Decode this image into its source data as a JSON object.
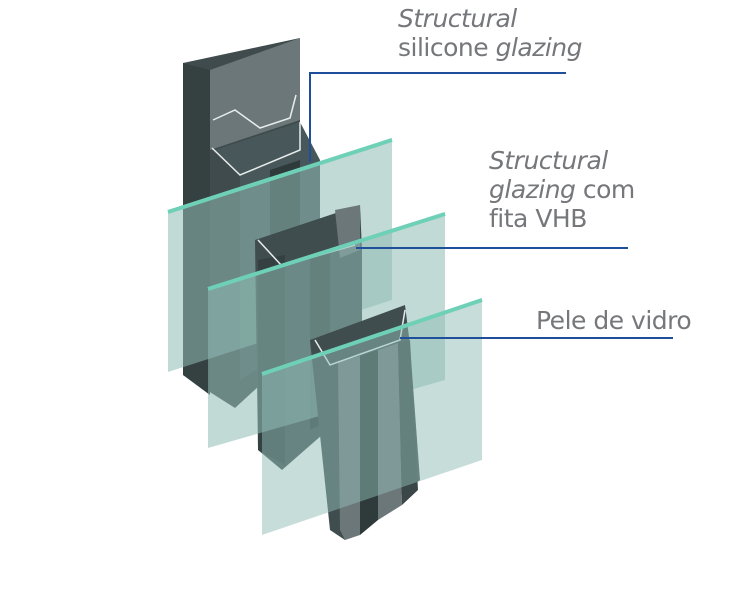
{
  "labels": {
    "silicone": {
      "line1_italic": "Structural",
      "line2_plain": "silicone ",
      "line2_italic": "glazing"
    },
    "vhb": {
      "line1_italic": "Structural",
      "line2_italic": "glazing",
      "line2_plain": " com",
      "line3_plain": "fita VHB"
    },
    "pele": {
      "text": "Pele de vidro"
    }
  },
  "colors": {
    "leader": "#1f4e9a",
    "glass": "#8fbcb5",
    "glass_edge": "#6fd0b8",
    "metal_dark": "#3f4b4c",
    "metal_mid": "#5f6b6d",
    "metal_light": "#7b8688",
    "text": "#76777b"
  }
}
